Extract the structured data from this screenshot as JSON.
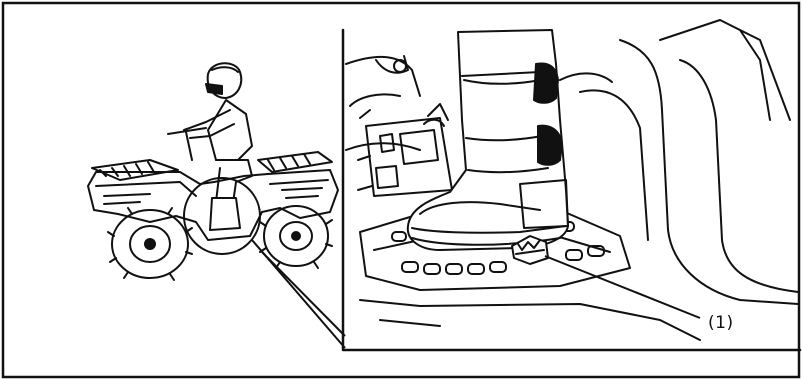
{
  "figure": {
    "callout_label": "(1)",
    "ink_color": "#111111",
    "paper_color": "#ffffff",
    "left_illustration": "rider-on-atv",
    "right_illustration": "boot-on-footrest-pedal"
  }
}
